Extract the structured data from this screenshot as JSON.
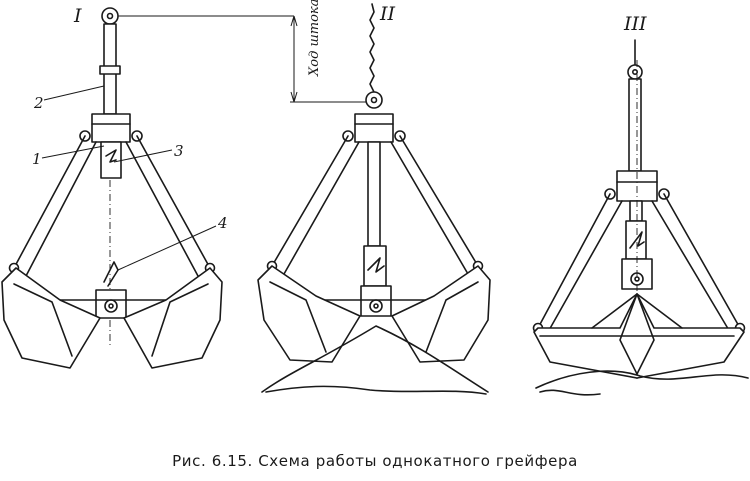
{
  "stages": [
    "I",
    "II",
    "III"
  ],
  "stroke_label": "Ход штока",
  "parts": [
    "1",
    "2",
    "3",
    "4"
  ],
  "caption": "Рис. 6.15. Схема работы однокатного грейфера"
}
